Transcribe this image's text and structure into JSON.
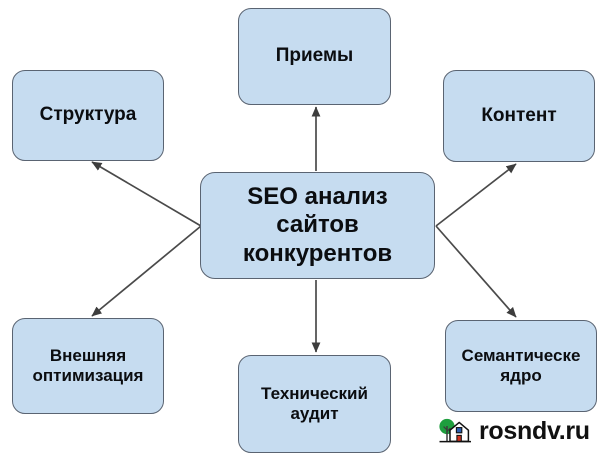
{
  "diagram": {
    "center": {
      "label": "SEO анализ\nсайтов\nконкурентов"
    },
    "nodes": [
      {
        "id": "structure",
        "label": "Структура"
      },
      {
        "id": "techniques",
        "label": "Приемы"
      },
      {
        "id": "content",
        "label": "Контент"
      },
      {
        "id": "external",
        "label": "Внешняя\nоптимизация"
      },
      {
        "id": "audit",
        "label": "Технический\nаудит"
      },
      {
        "id": "semantic",
        "label": "Семантическе\nядро"
      }
    ],
    "colors": {
      "node_fill": "#c6dcf0",
      "node_border": "#5a6472",
      "text": "#0b0d10",
      "edge": "#4a4a4a",
      "background": "#ffffff"
    }
  },
  "watermark": {
    "text": "rosndv.ru",
    "icon": "house-with-tree-icon",
    "colors": {
      "tree": "#1e9e3e",
      "trunk": "#3b3b3b",
      "house_wall": "#ffffff",
      "window": "#2a5db0",
      "door": "#d1311f",
      "outline": "#111111"
    }
  }
}
